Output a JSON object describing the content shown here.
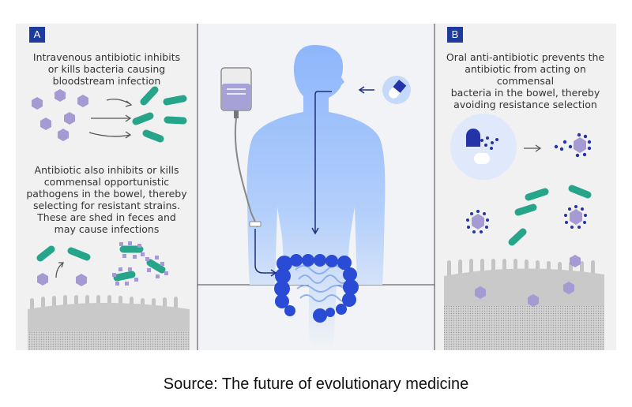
{
  "panel_a": {
    "badge": "A",
    "text_top": [
      "Intravenous antibiotic inhibits",
      "or kills bacteria causing",
      "bloodstream infection"
    ],
    "text_mid": [
      "Antibiotic also inhibits or kills",
      "commensal opportunistic",
      "pathogens in the bowel, thereby",
      "selecting for resistant strains.",
      "These are shed in feces and",
      "may cause infections"
    ]
  },
  "panel_b": {
    "badge": "B",
    "text_top": [
      "Oral anti-antibiotic prevents the",
      "antibiotic from acting on commensal",
      "bacteria in the bowel, thereby",
      "avoiding resistance selection"
    ]
  },
  "source": "Source: The future of evolutionary medicine",
  "colors": {
    "badge": "#1e3a9c",
    "bacteria": "#26a58a",
    "pathogen": "#a59ad1",
    "drug": "#2433a8",
    "body": "#a9c8fb",
    "tissue": "#c9c9c9"
  }
}
